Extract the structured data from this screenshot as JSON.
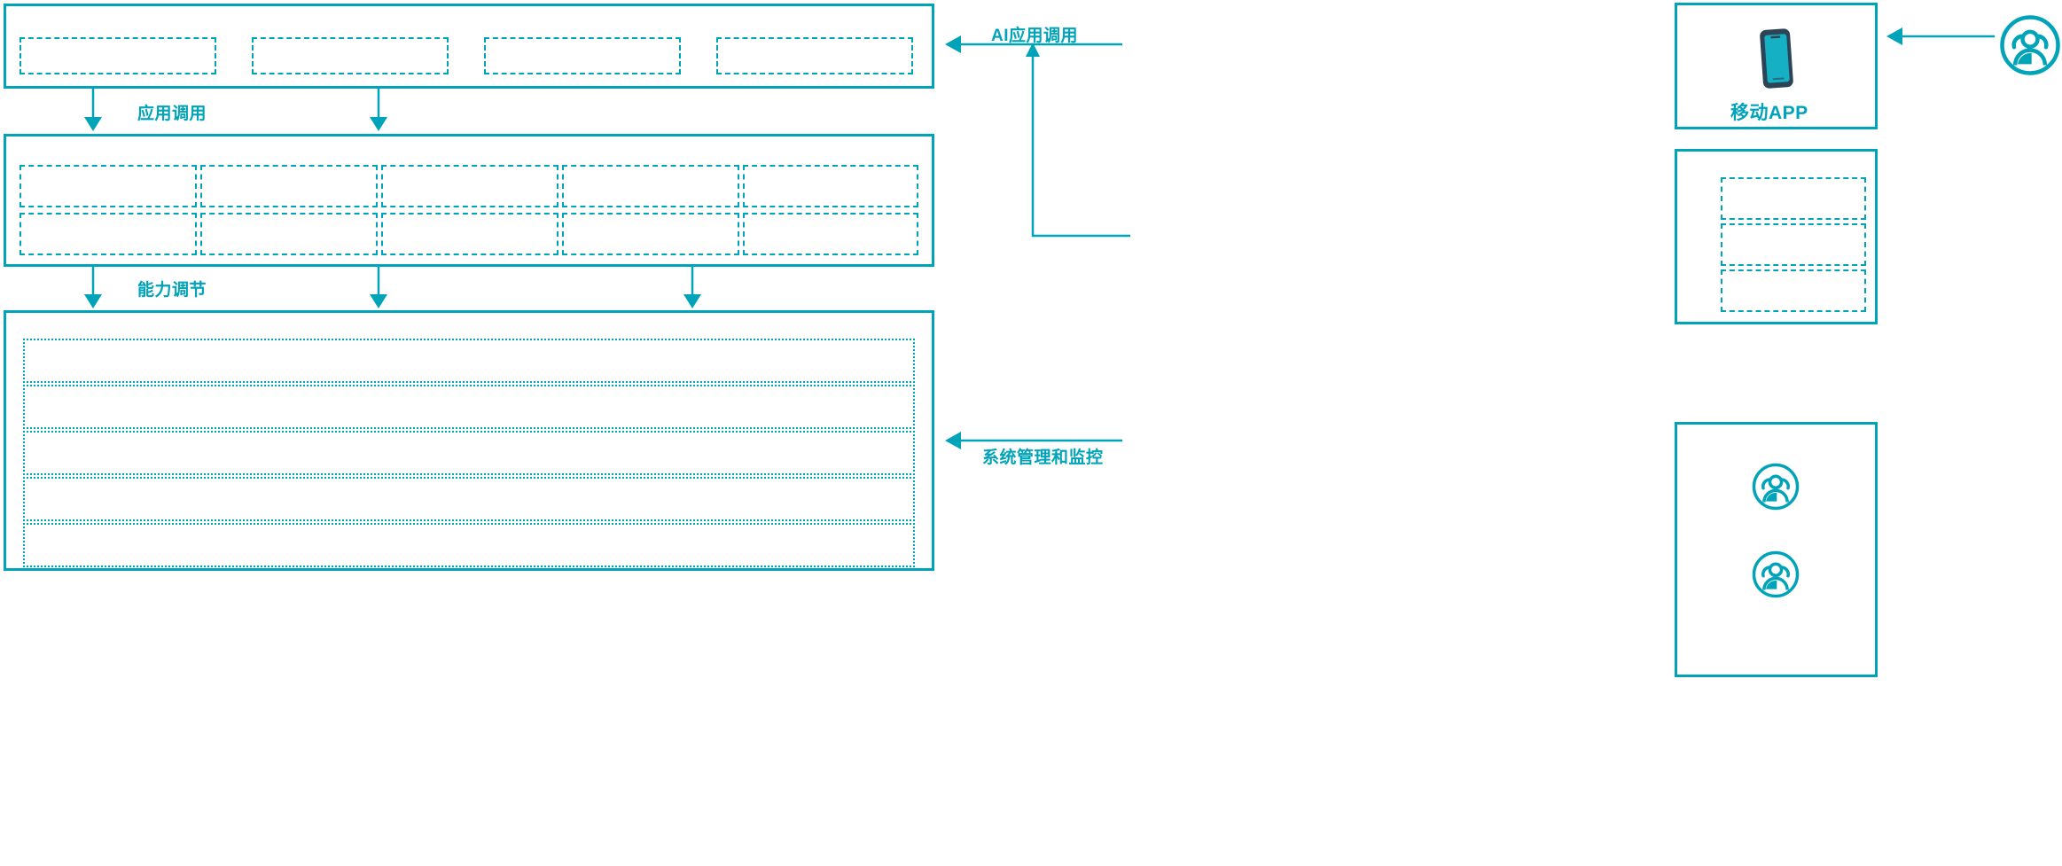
{
  "colors": {
    "accent": "#00a3b8",
    "phone_body": "#2d4356",
    "phone_screen": "#16b0c4"
  },
  "layers": {
    "application_layer": {
      "name": "application-layer",
      "cells": [
        {
          "label": ""
        },
        {
          "label": ""
        },
        {
          "label": ""
        },
        {
          "label": ""
        }
      ]
    },
    "capability_layer": {
      "name": "capability-layer",
      "rows": [
        [
          {
            "label": ""
          },
          {
            "label": ""
          },
          {
            "label": ""
          },
          {
            "label": ""
          },
          {
            "label": ""
          }
        ],
        [
          {
            "label": ""
          },
          {
            "label": ""
          },
          {
            "label": ""
          },
          {
            "label": ""
          },
          {
            "label": ""
          }
        ]
      ]
    },
    "platform_layer": {
      "name": "platform-layer",
      "rows": [
        {
          "label": ""
        },
        {
          "label": ""
        },
        {
          "label": ""
        },
        {
          "label": ""
        },
        {
          "label": ""
        }
      ]
    }
  },
  "flow_labels": {
    "app_invoke": "应用调用",
    "capability_adjust": "能力调节",
    "ai_app_invoke": "AI应用调用",
    "system_manage_monitor": "系统管理和监控"
  },
  "right_column": {
    "mobile_app_card": {
      "title": "移动APP",
      "icon": "mobile-phone-icon"
    },
    "module_card": {
      "cells": [
        {
          "label": ""
        },
        {
          "label": ""
        },
        {
          "label": ""
        }
      ]
    },
    "users_card": {
      "icons": [
        "user-group-icon",
        "user-group-icon"
      ]
    }
  },
  "external_actor": {
    "icon": "user-group-icon"
  }
}
